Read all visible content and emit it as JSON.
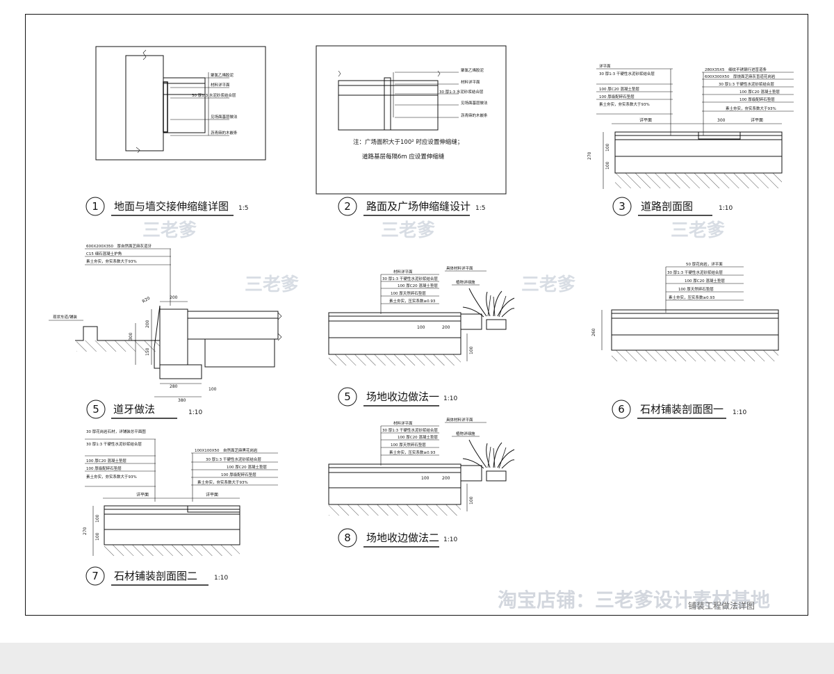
{
  "details": [
    {
      "id": "d1",
      "number": "1",
      "title": "地面与墙交接伸缩缝详图",
      "scale": "1:5",
      "notes": [
        "聚氯乙烯胶泥",
        "材料详平面",
        "30 厚1:3 水泥砂浆结合层",
        "见场面基层做法",
        "沥青麻的木嵌条"
      ]
    },
    {
      "id": "d2",
      "number": "2",
      "title": "路面及广场伸缩缝设计",
      "scale": "1:5",
      "notes": [
        "聚氯乙烯胶泥",
        "材料详平面",
        "30 厚1:3 水泥砂浆结合层",
        "见场面基层做法",
        "沥青麻的木嵌条"
      ],
      "remark_1": "注：广场面积大于100² 时应设置伸缩缝；",
      "remark_2": "道路基层每隔6m 应设置伸缩缝"
    },
    {
      "id": "d3",
      "number": "3",
      "title": "道路剖面图",
      "scale": "1:10",
      "notes_left": [
        "详平面",
        "30 厚1:3 干硬性水泥砂浆结合层",
        "100 厚C20 混凝土垫层",
        "100 厚级配碎石垫层",
        "素土夯实，夯实系数大于93%"
      ],
      "notes_right": [
        "280X35X5　细纹不锈钢行进盲道条",
        "600X300X50　厚烧面芝麻灰盲道花岗岩",
        "30 厚1:3 干硬性水泥砂浆结合层",
        "100 厚C20 混凝土垫层",
        "100 厚级配碎石垫层",
        "素土夯实，夯实系数大于93%"
      ],
      "dims": [
        "详平面",
        "300",
        "详平面",
        "270",
        "100",
        "100"
      ]
    },
    {
      "id": "d4",
      "number": "5",
      "title": "道牙做法",
      "scale": "1:10",
      "notes": [
        "600X200X350　厚自然面芝麻灰道牙",
        "C15 细石混凝土护角",
        "素土夯实，夯实系数大于93%"
      ],
      "label": "现状车道/铺装",
      "dims": [
        "R20",
        "200",
        "200",
        "300",
        "150",
        "280",
        "380",
        "100"
      ]
    },
    {
      "id": "d5",
      "number": "5",
      "title": "场地收边做法一",
      "scale": "1:10",
      "notes": [
        "材料详平面",
        "30 厚1:3 干硬性水泥砂浆结合层",
        "100 厚C20 混凝土垫层",
        "100 厚天然碎石垫层",
        "素土夯实，压实系数≥0.93"
      ],
      "notes_right": [
        "具体材料详平面",
        "植物详绿施"
      ],
      "dims": [
        "100",
        "200",
        "100"
      ]
    },
    {
      "id": "d6",
      "number": "6",
      "title": "石材铺装剖面图一",
      "scale": "1:10",
      "notes": [
        "50 厚花岗岩，详平面",
        "30 厚1:3 干硬性水泥砂浆结合层",
        "100 厚C20 混凝土垫层",
        "100 厚天然碎石垫层",
        "素土夯实，压实系数≥0.93"
      ],
      "dims": [
        "260"
      ]
    },
    {
      "id": "d7",
      "number": "7",
      "title": "石材铺装剖面图二",
      "scale": "1:10",
      "notes_left": [
        "30 厚花岗岩石材，详铺装总平面图",
        "30 厚1:3 干硬性水泥砂浆结合层",
        "100 厚C20 混凝土垫层",
        "100 厚级配碎石垫层",
        "素土夯实，夯实系数大于93%"
      ],
      "notes_right": [
        "100X100X50　自然面芝麻黑花岗岩",
        "30 厚1:3 干硬性水泥砂浆结合层",
        "100 厚C20 混凝土垫层",
        "100 厚级配碎石垫层",
        "素土夯实，夯实系数大于93%"
      ],
      "dims": [
        "详平面",
        "详平面",
        "270",
        "100",
        "100"
      ]
    },
    {
      "id": "d8",
      "number": "8",
      "title": "场地收边做法二",
      "scale": "1:10",
      "notes": [
        "材料详平面",
        "30 厚1:3 干硬性水泥砂浆结合层",
        "100 厚C20 混凝土垫层",
        "100 厚天然碎石垫层",
        "素土夯实，压实系数≥0.93"
      ],
      "notes_right": [
        "具体材料详平面",
        "植物详绿施"
      ],
      "dims": [
        "100",
        "200",
        "100"
      ]
    }
  ],
  "watermark": "三老爹",
  "shop_watermark": "淘宝店铺：三老爹设计素材基地",
  "sheet_title": "铺装工程做法详图",
  "colors": {
    "line": "#111111",
    "paper": "#ffffff",
    "margin": "#ececec",
    "watermark": "#b9c3cf"
  }
}
